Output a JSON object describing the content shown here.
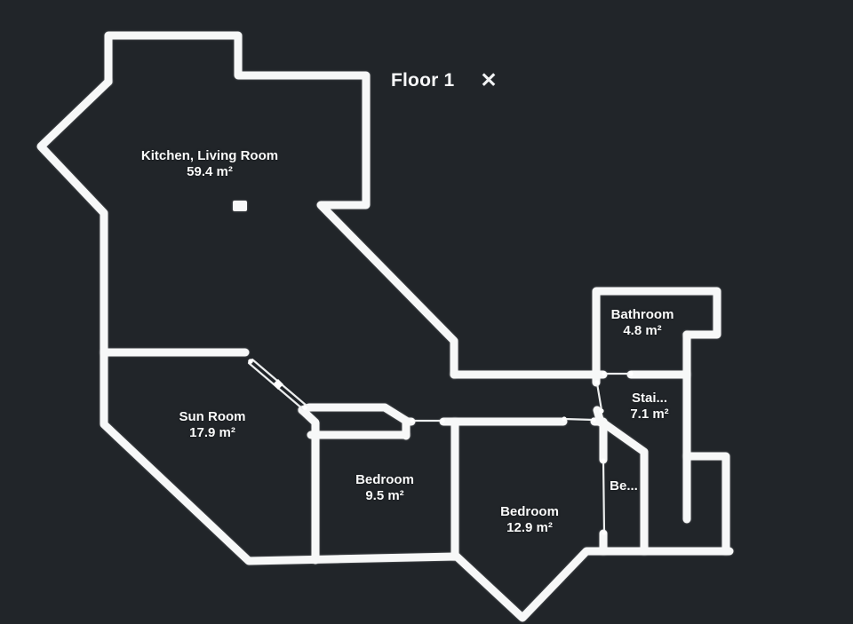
{
  "header": {
    "title": "Floor 1",
    "close_icon": "✕"
  },
  "plan": {
    "background_color": "#212529",
    "wall_color": "#f7f8f8",
    "rooms": [
      {
        "id": "kitchen-living-room",
        "name": "Kitchen, Living Room",
        "area": "59.4 m²"
      },
      {
        "id": "sun-room",
        "name": "Sun Room",
        "area": "17.9 m²"
      },
      {
        "id": "bathroom",
        "name": "Bathroom",
        "area": "4.8 m²"
      },
      {
        "id": "staircase",
        "name": "Stai...",
        "area": "7.1 m²"
      },
      {
        "id": "bedroom-1",
        "name": "Bedroom",
        "area": "9.5 m²"
      },
      {
        "id": "bedroom-2",
        "name": "Bedroom",
        "area": "12.9 m²"
      },
      {
        "id": "bedroom-3",
        "name": "Be...",
        "area": ""
      }
    ]
  }
}
